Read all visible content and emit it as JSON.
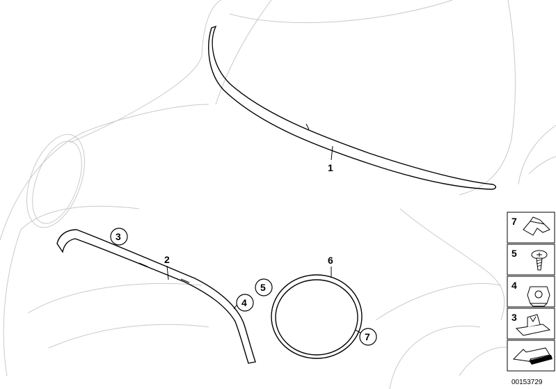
{
  "callouts": {
    "c1": "1",
    "c2": "2",
    "c3": "3",
    "c4": "4",
    "c5": "5",
    "c6": "6",
    "c7": "7"
  },
  "legend": [
    {
      "number": "7",
      "icon": "clip-icon"
    },
    {
      "number": "5",
      "icon": "screw-icon"
    },
    {
      "number": "4",
      "icon": "nut-clip-icon"
    },
    {
      "number": "3",
      "icon": "holder-icon"
    },
    {
      "number": "",
      "icon": "arrow-icon"
    }
  ],
  "diagram_id": "00153729"
}
